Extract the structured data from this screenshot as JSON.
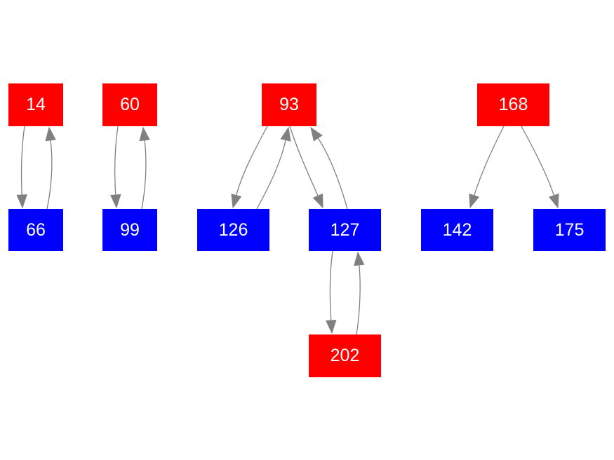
{
  "colors": {
    "red_node": "#ff0000",
    "blue_node": "#0000ff",
    "edge": "#808080",
    "label": "#ffffff"
  },
  "nodes": [
    {
      "id": "14",
      "label": "14",
      "color": "red"
    },
    {
      "id": "66",
      "label": "66",
      "color": "blue"
    },
    {
      "id": "60",
      "label": "60",
      "color": "red"
    },
    {
      "id": "99",
      "label": "99",
      "color": "blue"
    },
    {
      "id": "93",
      "label": "93",
      "color": "red"
    },
    {
      "id": "126",
      "label": "126",
      "color": "blue"
    },
    {
      "id": "127",
      "label": "127",
      "color": "blue"
    },
    {
      "id": "202",
      "label": "202",
      "color": "red"
    },
    {
      "id": "168",
      "label": "168",
      "color": "red"
    },
    {
      "id": "142",
      "label": "142",
      "color": "blue"
    },
    {
      "id": "175",
      "label": "175",
      "color": "blue"
    }
  ],
  "edges": [
    {
      "from": "14",
      "to": "66"
    },
    {
      "from": "66",
      "to": "14"
    },
    {
      "from": "60",
      "to": "99"
    },
    {
      "from": "99",
      "to": "60"
    },
    {
      "from": "93",
      "to": "126"
    },
    {
      "from": "126",
      "to": "93"
    },
    {
      "from": "93",
      "to": "127"
    },
    {
      "from": "127",
      "to": "93"
    },
    {
      "from": "127",
      "to": "202"
    },
    {
      "from": "202",
      "to": "127"
    },
    {
      "from": "168",
      "to": "142"
    },
    {
      "from": "168",
      "to": "175"
    }
  ]
}
